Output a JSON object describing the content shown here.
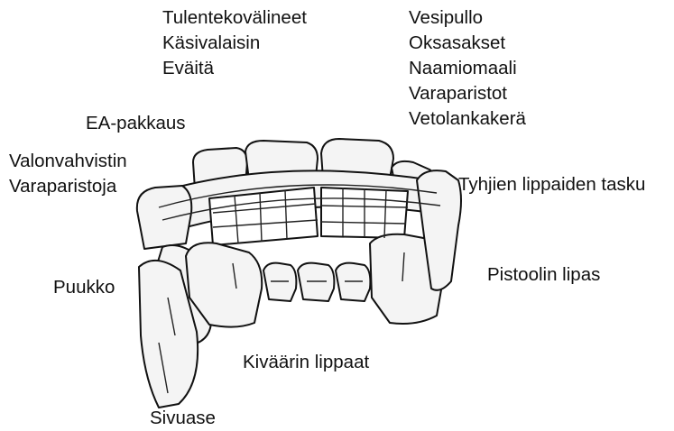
{
  "diagram": {
    "labels": {
      "top_center": [
        "Tulentekovälineet",
        "Käsivalaisin",
        "Eväitä"
      ],
      "top_right": [
        "Vesipullo",
        "Oksasakset",
        "Naamiomaali",
        "Varaparistot",
        "Vetolankakerä"
      ],
      "first_aid": "EA-pakkaus",
      "left": [
        "Valonvahvistin",
        "Varaparistoja"
      ],
      "empty_mag_pouch": "Tyhjien lippaiden tasku",
      "knife": "Puukko",
      "pistol_mag": "Pistoolin lipas",
      "rifle_mags": "Kiväärin lippaat",
      "sidearm": "Sivuase"
    }
  }
}
